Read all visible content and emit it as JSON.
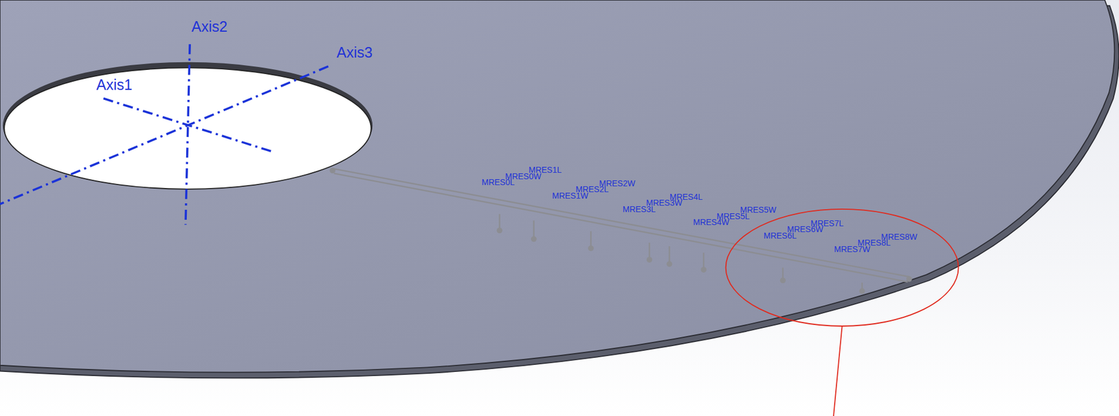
{
  "diagram": {
    "labels": [
      "Axis1",
      "Axis2",
      "Axis3",
      "MRES0L",
      "MRES0W",
      "MRES1L",
      "MRES1W",
      "MRES2L",
      "MRES2W",
      "MRES3L",
      "MRES3W",
      "MRES4L",
      "MRES4W",
      "MRES5L",
      "MRES5W",
      "MRES6L",
      "MRES6W",
      "MRES7L",
      "MRES7W",
      "MRES8L",
      "MRES8W"
    ]
  }
}
